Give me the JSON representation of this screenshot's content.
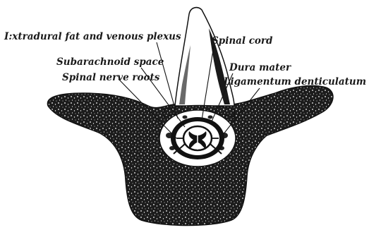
{
  "figure": {
    "labels": {
      "extradural": "I:xtradural fat and venous plexus",
      "spinal_cord": "Spinal cord",
      "subarachnoid": "Subarachnoid space",
      "dura_mater": "Dura mater",
      "nerve_roots": "Spinal nerve roots",
      "ligamentum": "Ligamentum denticulatum"
    },
    "colors": {
      "ink": "#111111",
      "stipple": "#1c1c1c",
      "paper": "#ffffff"
    }
  }
}
